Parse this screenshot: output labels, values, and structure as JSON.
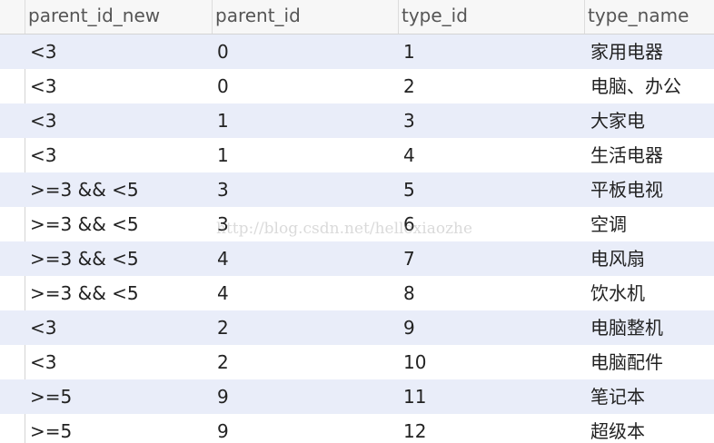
{
  "table": {
    "columns": [
      "parent_id_new",
      "parent_id",
      "type_id",
      "type_name"
    ],
    "rows": [
      [
        "<3",
        "0",
        "1",
        "家用电器"
      ],
      [
        "<3",
        "0",
        "2",
        "电脑、办公"
      ],
      [
        "<3",
        "1",
        "3",
        "大家电"
      ],
      [
        "<3",
        "1",
        "4",
        "生活电器"
      ],
      [
        ">=3 && <5",
        "3",
        "5",
        "平板电视"
      ],
      [
        ">=3 && <5",
        "3",
        "6",
        "空调"
      ],
      [
        ">=3 && <5",
        "4",
        "7",
        "电风扇"
      ],
      [
        ">=3 && <5",
        "4",
        "8",
        "饮水机"
      ],
      [
        "<3",
        "2",
        "9",
        "电脑整机"
      ],
      [
        "<3",
        "2",
        "10",
        "电脑配件"
      ],
      [
        ">=5",
        "9",
        "11",
        "笔记本"
      ],
      [
        ">=5",
        "9",
        "12",
        "超级本"
      ]
    ]
  },
  "watermark": "http://blog.csdn.net/helloxiaozhe"
}
